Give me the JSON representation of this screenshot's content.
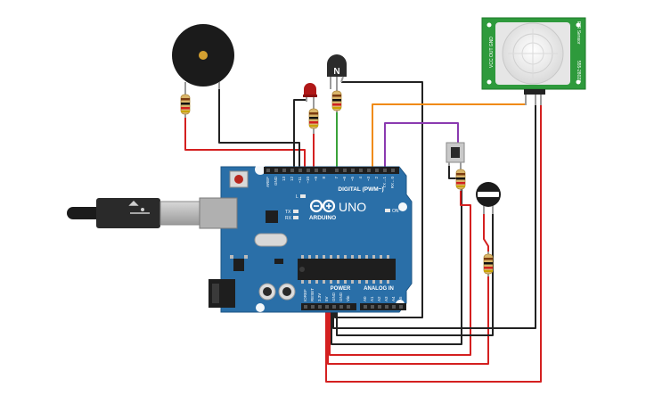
{
  "board": {
    "brand": "ARDUINO",
    "model": "UNO",
    "digital_label": "DIGITAL (PWM~)",
    "power_label": "POWER",
    "analog_label": "ANALOG IN",
    "on_label": "ON",
    "tx_label": "TX",
    "rx_label": "RX",
    "l_label": "L",
    "digital_pins": [
      "AREF",
      "GND",
      "13",
      "12",
      "~11",
      "~10",
      "~9",
      "8",
      "7",
      "~6",
      "~5",
      "4",
      "~3",
      "2",
      "TX→1",
      "RX←0"
    ],
    "power_pins": [
      "IOREF",
      "RESET",
      "3.3V",
      "5V",
      "GND",
      "GND",
      "Vin"
    ],
    "analog_pins": [
      "A0",
      "A1",
      "A2",
      "A3",
      "A4",
      "A5"
    ]
  },
  "components": {
    "transistor_label": "N",
    "pir_left_text": "VCC OUT GND",
    "pir_right_text": "PIR Sensor",
    "pir_part": "555-28027"
  },
  "colors": {
    "board": "#2a6fa8",
    "wire_red": "#d42020",
    "wire_black": "#222222",
    "wire_green": "#3aa23a",
    "wire_orange": "#f08a10",
    "wire_purple": "#8a3ab0",
    "pir_pcb": "#2e9a3c",
    "led": "#b01818"
  }
}
